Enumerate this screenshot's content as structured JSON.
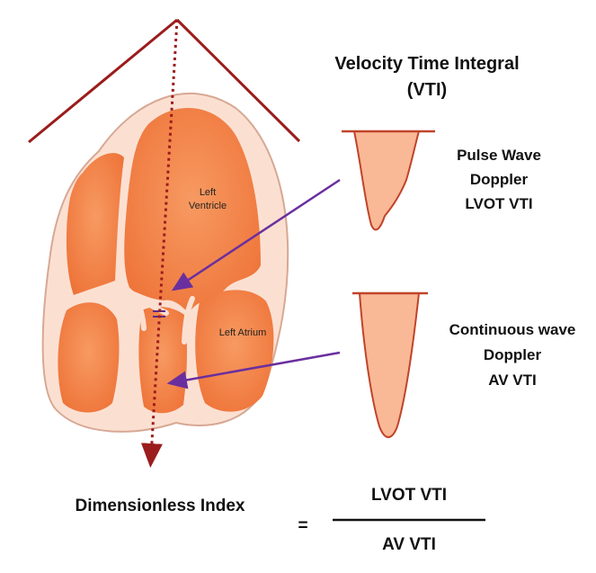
{
  "title": {
    "line1": "Velocity Time Integral",
    "line2": "(VTI)"
  },
  "heart": {
    "ventricle_label": [
      "Left",
      "Ventricle"
    ],
    "atrium_label": "Left Atrium"
  },
  "pulse_wave": {
    "lines": [
      "Pulse Wave",
      "Doppler",
      "LVOT VTI"
    ]
  },
  "continuous_wave": {
    "lines": [
      "Continuous wave",
      "Doppler",
      "AV VTI"
    ]
  },
  "formula": {
    "left_label": "Dimensionless Index",
    "equals": "=",
    "numerator": "LVOT VTI",
    "denominator": "AV VTI"
  },
  "colors": {
    "heart_fill": "#f5874a",
    "heart_wall": "#fbe0d2",
    "heart_outline": "#c98a74",
    "probe_lines": "#9b1c1c",
    "doppler_fill": "#f9b896",
    "doppler_stroke": "#c0442a",
    "arrow": "#6a2f9e",
    "text": "#111111"
  }
}
